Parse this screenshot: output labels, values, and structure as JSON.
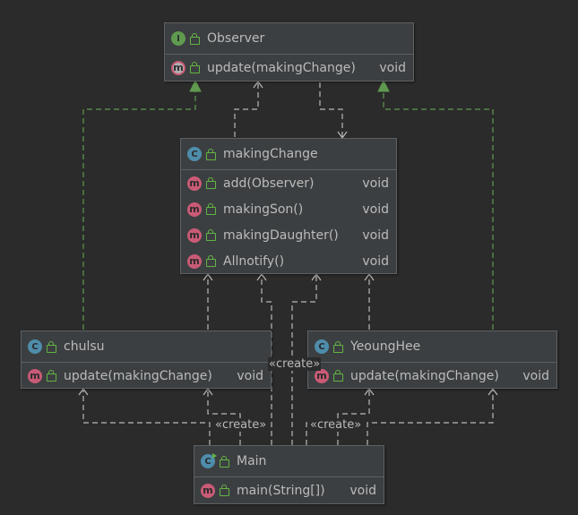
{
  "create_label": "«create»",
  "classes": {
    "observer": {
      "kind": "I",
      "name": "Observer",
      "methods": [
        {
          "signature": "update(makingChange)",
          "type": "void"
        }
      ]
    },
    "makingchange": {
      "kind": "C",
      "name": "makingChange",
      "methods": [
        {
          "signature": "add(Observer)",
          "type": "void"
        },
        {
          "signature": "makingSon()",
          "type": "void"
        },
        {
          "signature": "makingDaughter()",
          "type": "void"
        },
        {
          "signature": "Allnotify()",
          "type": "void"
        }
      ]
    },
    "chulsu": {
      "kind": "C",
      "name": "chulsu",
      "methods": [
        {
          "signature": "update(makingChange)",
          "type": "void"
        }
      ]
    },
    "younghee": {
      "kind": "C",
      "name": "YeoungHee",
      "methods": [
        {
          "signature": "update(makingChange)",
          "type": "void"
        }
      ]
    },
    "main": {
      "kind": "C",
      "name": "Main",
      "methods": [
        {
          "signature": "main(String[])",
          "type": "void"
        }
      ]
    }
  },
  "method_icon_letter": "m",
  "colors": {
    "background": "#2b2b2b",
    "class_fill": "#3c3f41",
    "border": "#5e6163",
    "realization_line": "#5f9a4f",
    "dependency_line": "#b8b8b8",
    "class_icon": "#4e8dab",
    "interface_icon": "#5f9a4f",
    "method_icon": "#c95b76"
  }
}
